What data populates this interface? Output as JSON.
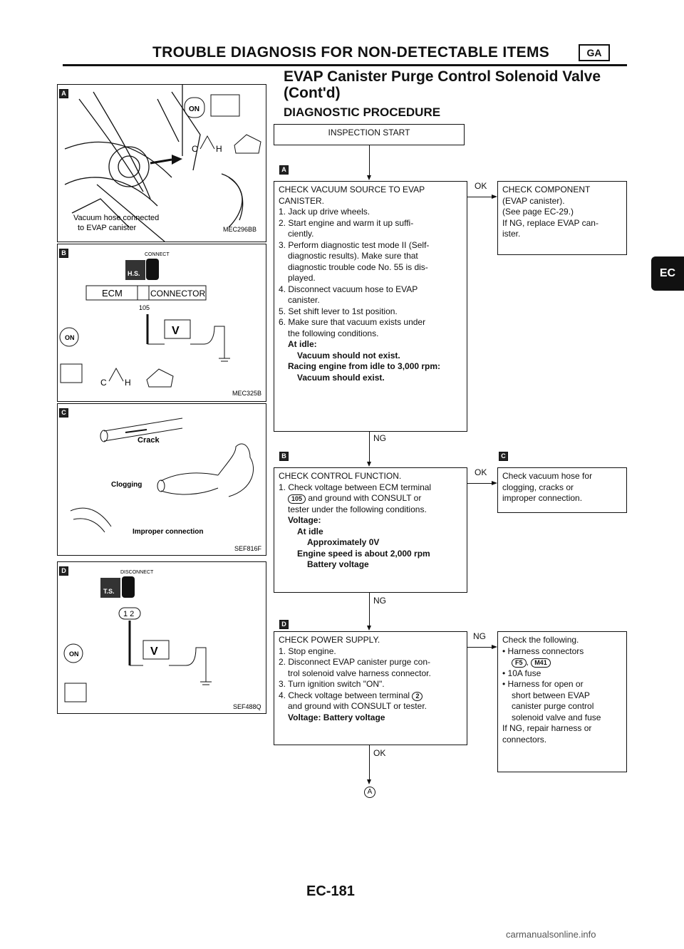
{
  "header": {
    "section_title": "TROUBLE DIAGNOSIS FOR NON-DETECTABLE ITEMS",
    "badge": "GA",
    "title_line1": "EVAP Canister Purge Control Solenoid Valve",
    "title_line2": "(Cont'd)",
    "subtitle": "DIAGNOSTIC PROCEDURE"
  },
  "side_tab": "EC",
  "panels": {
    "a": {
      "marker": "A",
      "label1": "Vacuum hose connected",
      "label2": "to EVAP canister",
      "code": "MEC296BB",
      "on_label": "ON",
      "c_label": "C",
      "h_label": "H"
    },
    "b": {
      "marker": "B",
      "connect": "CONNECT",
      "hs": "H.S.",
      "ecm": "ECM",
      "connector": "CONNECTOR",
      "pin": "105",
      "v": "V",
      "on_label": "ON",
      "c_label": "C",
      "h_label": "H",
      "code": "MEC325B"
    },
    "c": {
      "marker": "C",
      "crack": "Crack",
      "clogging": "Clogging",
      "improper": "Improper connection",
      "code": "SEF816F"
    },
    "d": {
      "marker": "D",
      "disconnect": "DISCONNECT",
      "ts": "T.S.",
      "pins": "1 2",
      "v": "V",
      "on_label": "ON",
      "code": "SEF488Q"
    }
  },
  "flow": {
    "start": "INSPECTION START",
    "marker_a": "A",
    "step1": {
      "lines": [
        "CHECK VACUUM SOURCE TO EVAP",
        "CANISTER.",
        "1. Jack up drive wheels.",
        "2. Start engine and warm it up suffi-",
        "ciently.",
        "3. Perform diagnostic test mode II (Self-",
        "diagnostic results). Make sure that",
        "diagnostic trouble code No. 55 is dis-",
        "played.",
        "4. Disconnect vacuum hose to EVAP",
        "canister.",
        "5. Set shift lever to 1st position.",
        "6. Make sure that vacuum exists under",
        "the following conditions."
      ],
      "b1": "At idle:",
      "b2": "Vacuum should not exist.",
      "b3": "Racing engine from idle to 3,000 rpm:",
      "b4": "Vacuum should exist."
    },
    "ok1": "OK",
    "comp1": [
      "CHECK COMPONENT",
      "(EVAP canister).",
      "(See page EC-29.)",
      "If NG, replace EVAP can-",
      "ister."
    ],
    "ng1": "NG",
    "marker_b": "B",
    "marker_c": "C",
    "step2": {
      "l1": "CHECK CONTROL FUNCTION.",
      "l2": "1. Check voltage between ECM terminal",
      "l3_conn": "105",
      "l3": "and ground with CONSULT or",
      "l4": "tester under the following conditions.",
      "b1": "Voltage:",
      "b2": "At idle",
      "b3": "Approximately 0V",
      "b4": "Engine speed is about 2,000 rpm",
      "b5": "Battery voltage"
    },
    "ok2": "OK",
    "comp2": [
      "Check vacuum hose for",
      "clogging, cracks or",
      "improper connection."
    ],
    "ng2": "NG",
    "marker_d": "D",
    "step3": {
      "lines": [
        "CHECK POWER SUPPLY.",
        "1. Stop engine.",
        "2. Disconnect EVAP canister purge con-",
        "trol solenoid valve harness connector.",
        "3. Turn ignition switch \"ON\"."
      ],
      "l6": "4. Check voltage between terminal",
      "term": "2",
      "l7": "and ground with CONSULT or tester.",
      "b1": "Voltage: Battery voltage"
    },
    "ng3": "NG",
    "comp3": {
      "l1": "Check the following.",
      "l2": "• Harness connectors",
      "conn1": "F5",
      "conn2": "M41",
      "l3": "• 10A fuse",
      "l4": "• Harness for open or",
      "l5": "short between EVAP",
      "l6": "canister purge control",
      "l7": "solenoid valve and fuse",
      "l8": "If NG, repair harness or",
      "l9": "connectors."
    },
    "ok3": "OK",
    "end": "A"
  },
  "footer": {
    "page": "EC-181",
    "watermark": "carmanualsonline.info"
  }
}
